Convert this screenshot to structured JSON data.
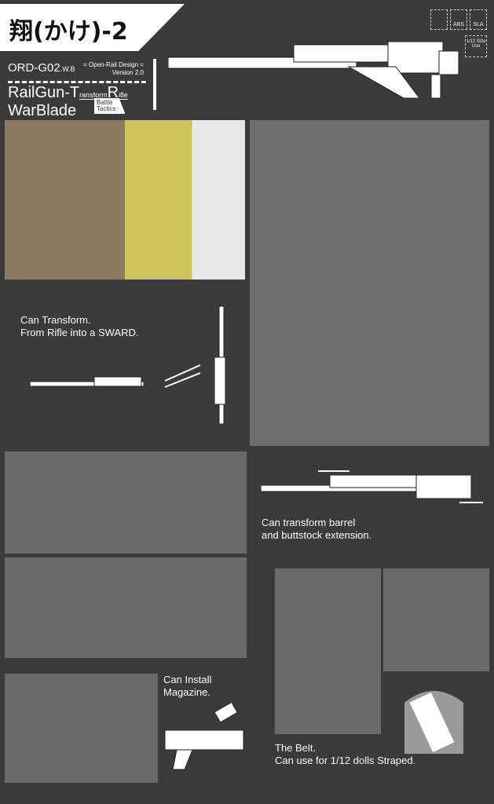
{
  "header": {
    "title": "翔(かけ)-2",
    "code": "ORD-G02",
    "code_suffix": ".W.B",
    "design_line1": "= Open-Rail Design =",
    "design_line2": "Version 2.0",
    "name_line1_a": "RailGun-T",
    "name_line1_b": "ransform",
    "name_line1_c": "R",
    "name_line1_d": "ifle",
    "name_line2": "WarBlade",
    "tag_line1": "Battle",
    "tag_line2": "Tactics"
  },
  "badges": [
    {
      "label": ""
    },
    {
      "label": "ABS"
    },
    {
      "label": "SLA"
    },
    {
      "label": "1/12 Size Use"
    }
  ],
  "captions": {
    "transform_1": "Can Transform.",
    "transform_2": "From Rifle into a SWARD.",
    "barrel_1": "Can transform barrel",
    "barrel_2": "and buttstock extension.",
    "mag_1": "Can Install",
    "mag_2": "Magazine.",
    "belt_1": "The Belt.",
    "belt_2": "Can use for 1/12 dolls Straped."
  },
  "colors": {
    "background": "#3b3b3c",
    "text": "#ffffff"
  }
}
